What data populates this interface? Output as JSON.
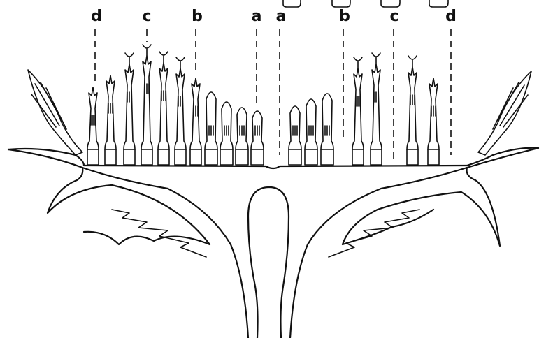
{
  "zone_labels": {
    "left": [
      "d",
      "c",
      "b",
      "a"
    ],
    "right": [
      "a",
      "b",
      "c",
      "d"
    ]
  }
}
